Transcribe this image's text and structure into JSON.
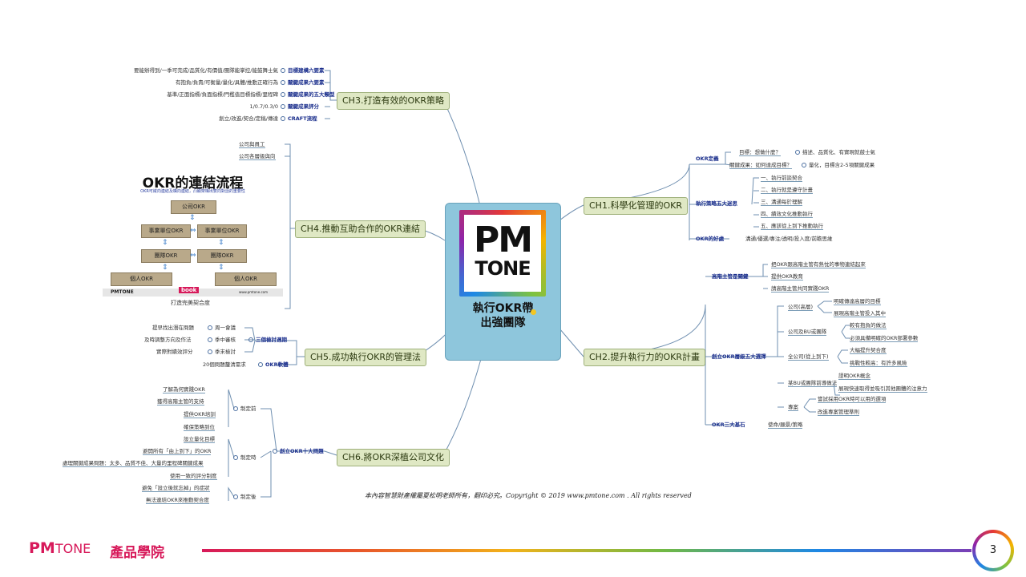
{
  "center": {
    "logo_pm": "PM",
    "logo_tone": "TONE",
    "title_line1": "執行OKR帶",
    "title_line2": "出強團隊"
  },
  "ch1": {
    "label": "CH1.科學化管理的OKR",
    "def": {
      "label": "OKR定義",
      "items": [
        "目標：想做什麼？",
        "描述、品質化、有實現就鼓士氣",
        "關鍵成果：如何達成目標？",
        "量化，目標含2-5項關鍵成果"
      ]
    },
    "five": {
      "label": "執行策略五大迷思",
      "items": [
        "一、執行前談契合",
        "二、執行就是遵守計畫",
        "三、溝通每於理解",
        "四、績效文化推動執行",
        "五、應該從上到下推動執行"
      ]
    },
    "good": {
      "label": "OKR的好處",
      "text": "溝通/優選/專注/透明/投入度/前瞻思維"
    }
  },
  "ch2": {
    "label": "CH2.提升執行力的OKR計畫",
    "high": {
      "label": "高階主管是關鍵",
      "items": [
        "把OKR跟高階主管有熱忱的事物連結起來",
        "提供OKR教育",
        "請高階主管共同實踐OKR"
      ]
    },
    "five": {
      "label": "創立OKR層級五大選擇",
      "groups": [
        {
          "name": "公司(高層)",
          "items": [
            "明確傳達高層的目標",
            "展現高階主管投入其中"
          ]
        },
        {
          "name": "公司及BU或團隊",
          "items": [
            "較有抱負的做法",
            "必須具備明確的OKR部署參數"
          ]
        },
        {
          "name": "全公司(從上到下)",
          "items": [
            "大幅提升契合度",
            "挑戰性較高：有許多風險"
          ]
        },
        {
          "name": "某BU或團隊前導做法",
          "items": [
            "證明OKR概念",
            "展現快速取得並吸引其他團體的注意力"
          ]
        },
        {
          "name": "專案",
          "items": [
            "嘗試採用OKR時可以用的選項",
            "改進專案管理準則"
          ]
        }
      ]
    },
    "three": {
      "label": "OKR三大基石",
      "text": "使命/願景/策略"
    }
  },
  "ch3": {
    "label": "CH3.打造有效的OKR策略",
    "items": [
      {
        "text": "要能辦得到/一季可完成/品質化/有價值/團隊能掌控/能鼓舞士氣",
        "label": "目標建構六要素"
      },
      {
        "text": "有抱負/負責/可衡量/量化/具體/推動正確行為",
        "label": "關鍵成果六要素"
      },
      {
        "text": "基準/正面指標/負面指標/門檻值目標指標/里程碑",
        "label": "關鍵成果的五大類型"
      },
      {
        "text": "1/0.7/0.3/0",
        "label": "關鍵成果評分"
      },
      {
        "text": "創立/改進/契合/定稿/傳達",
        "label": "CRAFT流程"
      }
    ]
  },
  "ch4": {
    "label": "CH4.推動互助合作的OKR連結",
    "items": [
      "公司與員工",
      "公司各層級與向"
    ],
    "diagram": {
      "title": "OKR的連結流程",
      "subtitle": "OKR可縱向連結及橫向連結，凸顯架構出雙向對話的重要性",
      "company": "公司OKR",
      "bu_left": "事業單位OKR",
      "bu_right": "事業單位OKR",
      "team_left": "團隊OKR",
      "team_right": "團隊OKR",
      "person_left": "個人OKR",
      "person_right": "個人OKR",
      "footer_brand": "PMTONE",
      "footer_book": "book",
      "footer_url": "www.pmtone.com"
    },
    "caption": "打造完美契合度"
  },
  "ch5": {
    "label": "CH5.成功執行OKR的管理法",
    "group_label": "三個檢討週期",
    "items": [
      {
        "text": "提早找出潛在問題",
        "label": "周一會議"
      },
      {
        "text": "及時調整方向及作法",
        "label": "季中審核"
      },
      {
        "text": "實際對績效評分",
        "label": "季末檢討"
      }
    ],
    "software": {
      "text": "20個問題釐清需求",
      "label": "OKR軟體"
    }
  },
  "ch6": {
    "label": "CH6.將OKR深植公司文化",
    "ten": "創立OKR十大問題",
    "before": {
      "label": "制定前",
      "items": [
        "了解為何實踐OKR",
        "獲得高階主管的支持",
        "提供OKR培訓",
        "確保策略到位"
      ]
    },
    "during": {
      "label": "制定時",
      "items": [
        "設立量化目標",
        "避開所有「由上到下」的OKR",
        "處理關鍵成果問題：太多、品質不佳、大量的里程碑關鍵成果",
        "使用一致的評分制度"
      ]
    },
    "after": {
      "label": "制定後",
      "items": [
        "避免「設立後就忘掉」的症狀",
        "無法連結OKR來推動契合度"
      ]
    }
  },
  "copyright": "本內容智慧財產權屬夏松明老師所有，翻印必究。Copyright © 2019 www.pmtone.com . All rights reserved",
  "footer": {
    "brand_pm": "PM",
    "brand_tone": "TONE",
    "name": "產品學院",
    "page": "3"
  },
  "colors": {
    "accent": "#d7195a",
    "node_fill": "#dfe8c4",
    "center_fill": "#8ec6dc",
    "line": "#6f8fb0",
    "label": "#1a2e8c"
  }
}
